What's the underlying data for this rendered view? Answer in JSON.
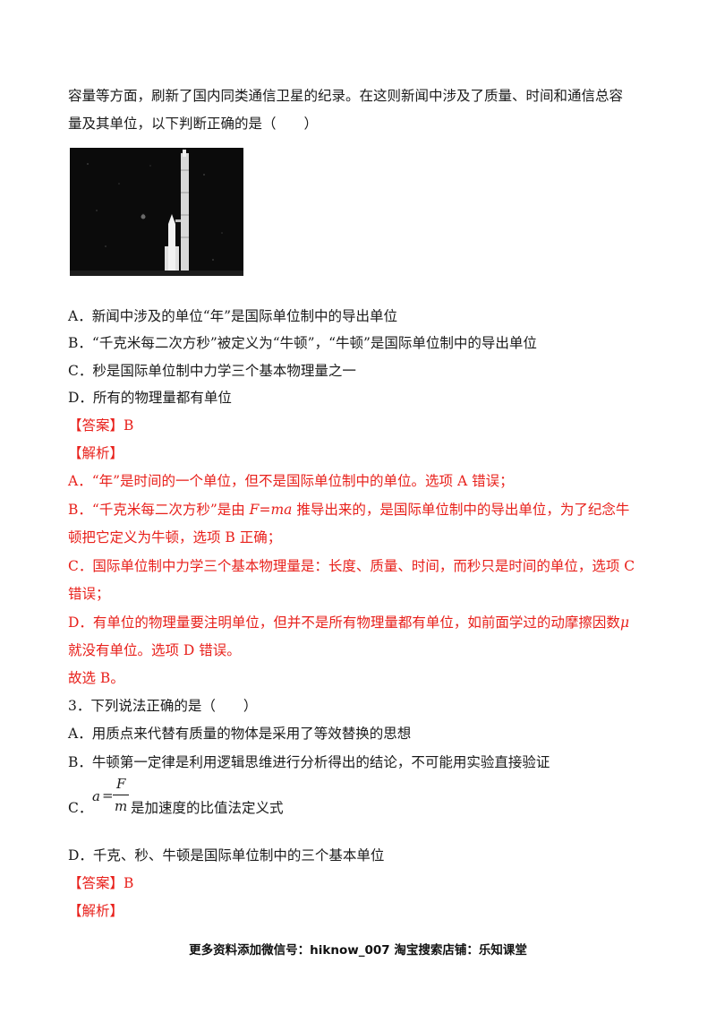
{
  "intro": {
    "line1": "容量等方面，刷新了国内同类通信卫星的纪录。在这则新闻中涉及了质量、时间和通信总容",
    "line2": "量及其单位，以下判断正确的是（　　）"
  },
  "q2": {
    "options": {
      "a": "A．新闻中涉及的单位“年”是国际单位制中的导出单位",
      "b": "B．“千克米每二次方秒”被定义为“牛顿”，“牛顿”是国际单位制中的导出单位",
      "c": "C．秒是国际单位制中力学三个基本物理量之一",
      "d": "D．所有的物理量都有单位"
    },
    "answer_tag": "【答案】",
    "answer_value": "B",
    "analysis_tag": "【解析】",
    "analysis": {
      "a": "A．“年”是时间的一个单位，但不是国际单位制中的单位。选项 A 错误；",
      "b_pre": "B．“千克米每二次方秒”是由 ",
      "b_formula_f": "F",
      "b_formula_eq": "=",
      "b_formula_ma": "ma",
      "b_post": " 推导出来的，是国际单位制中的导出单位，为了纪念牛",
      "b_line2": "顿把它定义为牛顿，选项 B 正确；",
      "c_line1": "C．国际单位制中力学三个基本物理量是：长度、质量、时间，而秒只是时间的单位，选项 C",
      "c_line2": "错误；",
      "d_line1": "D．有单位的物理量要注明单位，但并不是所有物理量都有单位，如前面学过的动摩擦因数",
      "d_mu": "μ",
      "d_line2": "就没有单位。选项 D 错误。"
    },
    "conclusion": "故选 B。"
  },
  "q3": {
    "stem": "3．下列说法正确的是（　　）",
    "options": {
      "a": "A．用质点来代替有质量的物体是采用了等效替换的思想",
      "b": "B．牛顿第一定律是利用逻辑思维进行分析得出的结论，不可能用实验直接验证",
      "c_label": "C．",
      "c_formula_lhs": "a",
      "c_formula_eq": "=",
      "c_formula_num": "F",
      "c_formula_den": "m",
      "c_text": "是加速度的比值法定义式",
      "d": "D．千克、秒、牛顿是国际单位制中的三个基本单位"
    },
    "answer_tag": "【答案】",
    "answer_value": "B",
    "analysis_tag": "【解析】"
  },
  "footer": "更多资料添加微信号：hiknow_007 淘宝搜索店铺：乐知课堂"
}
